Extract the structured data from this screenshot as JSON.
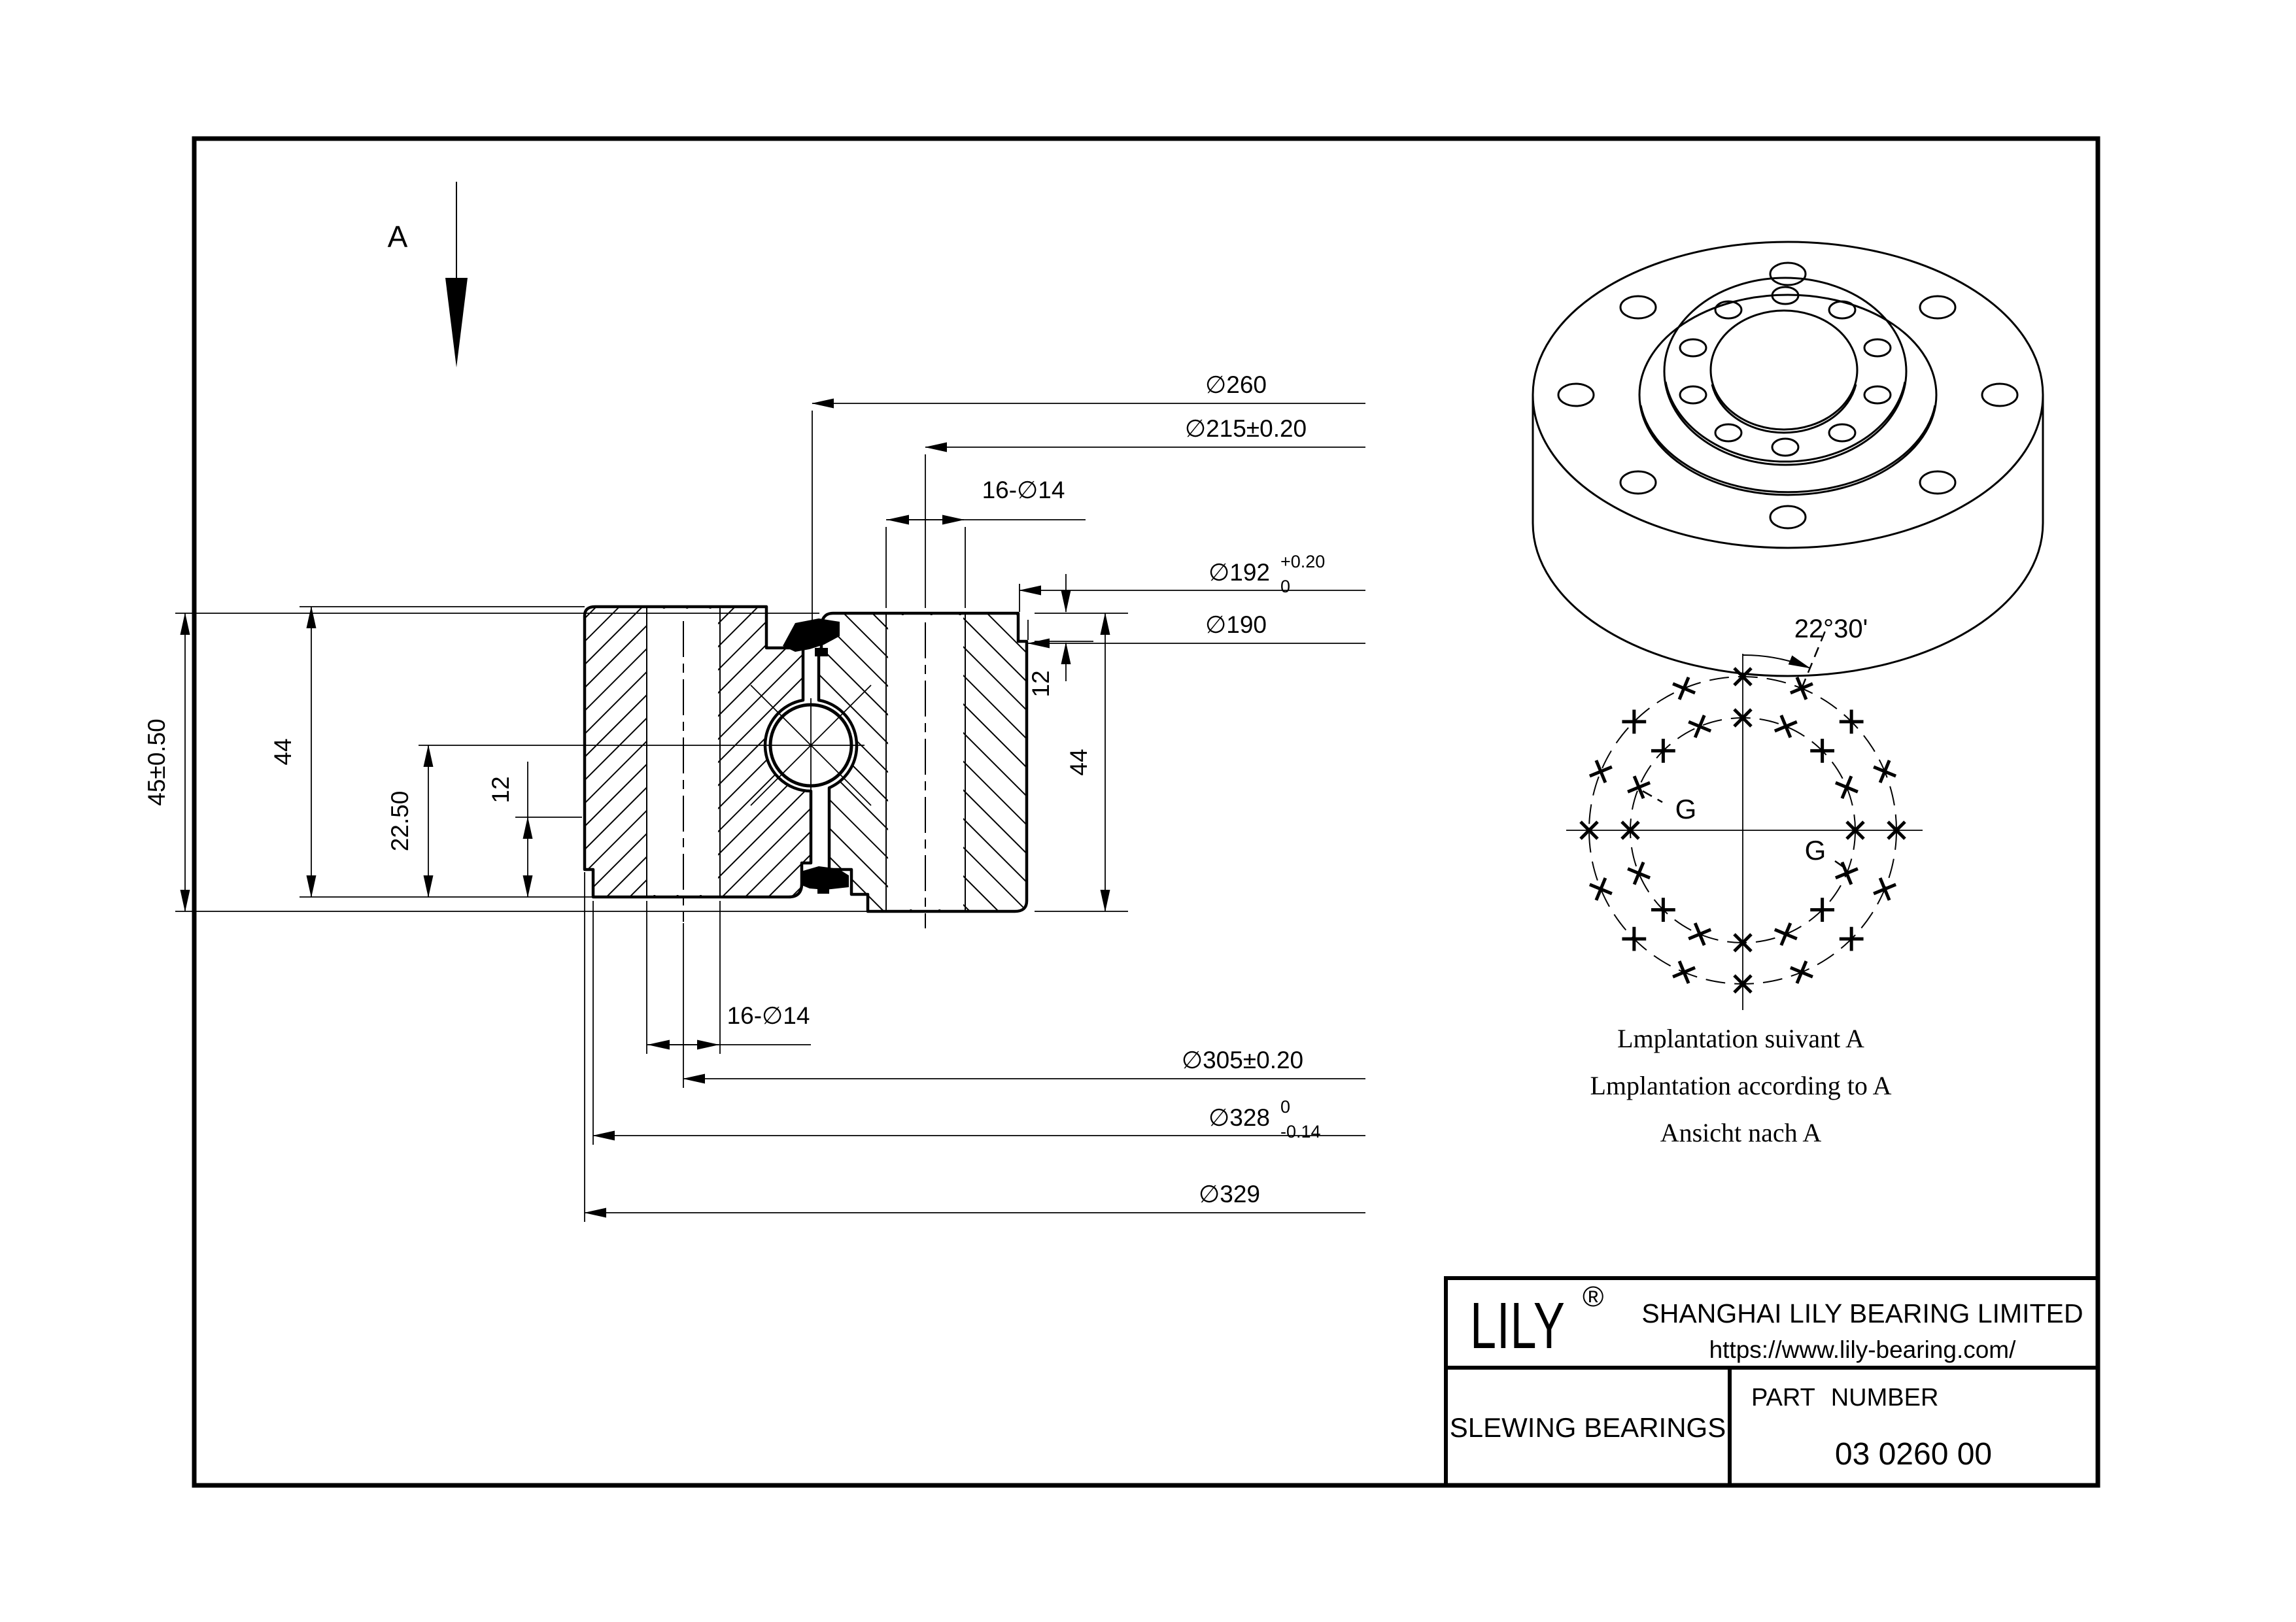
{
  "page": {
    "background": "#ffffff",
    "line_color": "#000000"
  },
  "view_arrow": {
    "label": "A"
  },
  "section_view": {
    "top_dims": {
      "d260": "∅260",
      "d215": "∅215±0.20",
      "holes": "16-∅14",
      "d192_main": "∅192",
      "d192_upper": "+0.20",
      "d192_lower": "0",
      "d190": "∅190"
    },
    "left_dims": {
      "h45": "45±0.50",
      "h44": "44",
      "h2250": "22.50",
      "h12": "12"
    },
    "right_dims": {
      "h12": "12",
      "h44": "44"
    },
    "bottom_dims": {
      "holes": "16-∅14",
      "d305": "∅305±0.20",
      "d328_main": "∅328",
      "d328_upper": "0",
      "d328_lower": "-0.14",
      "d329": "∅329"
    }
  },
  "bolt_view": {
    "angle": "22°30'",
    "g_left": "G",
    "g_right": "G",
    "caption_fr": "Lmplantation suivant A",
    "caption_en": "Lmplantation according to A",
    "caption_de": "Ansicht nach A"
  },
  "title_block": {
    "logo": "LILY",
    "registered": "®",
    "company": "SHANGHAI LILY BEARING LIMITED",
    "website": "https://www.lily-bearing.com/",
    "category": "SLEWING BEARINGS",
    "part_number_label": "PART NUMBER",
    "part_number": "03 0260 00"
  }
}
